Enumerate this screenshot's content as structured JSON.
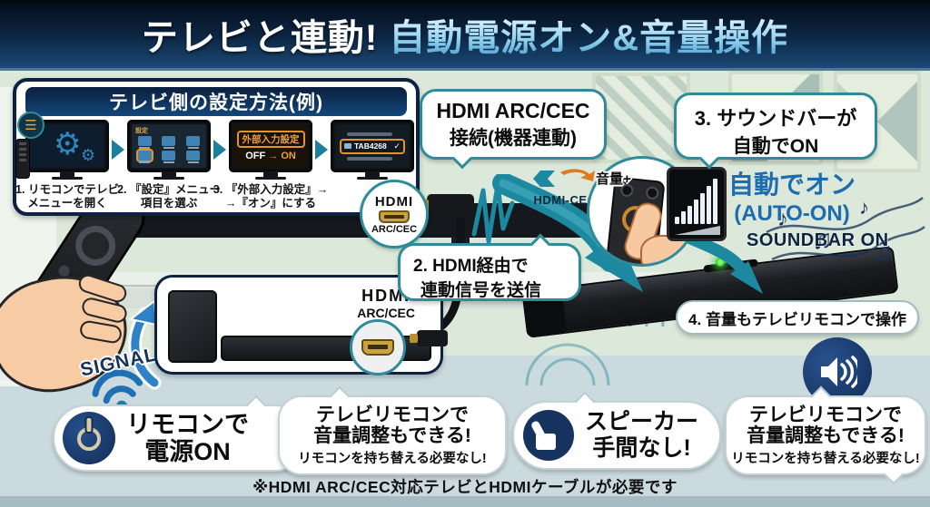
{
  "title": {
    "part1": "テレビと連動!",
    "part2": "自動電源オン&音量操作"
  },
  "settings_panel": {
    "header": "テレビ側の設定方法(例)",
    "steps": [
      {
        "line1": "1. リモコンでテレビ",
        "line2": "メニューを開く"
      },
      {
        "line1": "2. 『設定』メニュー",
        "line2": "項目を選ぶ"
      },
      {
        "line1": "3. 『外部入力設定』→",
        "line2": "→『オン』にする"
      }
    ],
    "screen1": {
      "menu_glyph": "☰",
      "gear_glyph": "⚙",
      "gear_glyph_small": "⚙"
    },
    "screen2": {
      "title": "設定"
    },
    "screen3": {
      "box_label": "外部入力設定",
      "off": "OFF",
      "arrow": "→",
      "on": "ON"
    },
    "screen4": {
      "device": "TAB4268",
      "check": "✓"
    }
  },
  "hdmi_bubble": {
    "line1": "HDMI ARC/CEC",
    "line2": "接続(機器連動)"
  },
  "hdmi_cec_logo": {
    "label": "HDMI-CEC"
  },
  "hdmi_badge": {
    "logo": "HDMI",
    "sub": "ARC/CEC"
  },
  "product_panel": {
    "logo": "HDMI",
    "sub": "ARC/CEC"
  },
  "bubble_step2": {
    "line1": "2. HDMI経由で",
    "line2": "連動信号を送信"
  },
  "bubble_step3": {
    "line1": "3. サウンドバーが",
    "line2": "自動でON"
  },
  "auto_on": {
    "line1": "自動でオン",
    "line2": "(AUTO-ON)"
  },
  "soundbar_status": "SOUNDBAR ON",
  "volume_label": "音量+",
  "signal_label": "SIGNAL",
  "bubble_step4": "4. 音量もテレビリモコンで操作",
  "bubble_power": {
    "line1": "リモコンで",
    "line2": "電源ON"
  },
  "bubble_volume": {
    "line1": "テレビリモコンで",
    "line2": "音量調整もできる!",
    "line3": "リモコンを持ち替える必要なし!"
  },
  "bubble_speaker": {
    "line1": "スピーカー",
    "line2": "手間なし!"
  },
  "music_notes": [
    "♪",
    "♫",
    "♪",
    "♫"
  ],
  "footer_note": "※HDMI ARC/CEC対応テレビとHDMIケーブルが必要です",
  "colors": {
    "accent_teal": "#2e8b9a",
    "navy": "#0d2240",
    "badge_navy": "#1b3a6b",
    "auto_on_blue": "#1e6cb0",
    "arrow_blue": "#2f82c8",
    "highlight_orange": "#e8922a",
    "led_green": "#3ed43e",
    "title_blue": "#8fd0ef"
  }
}
